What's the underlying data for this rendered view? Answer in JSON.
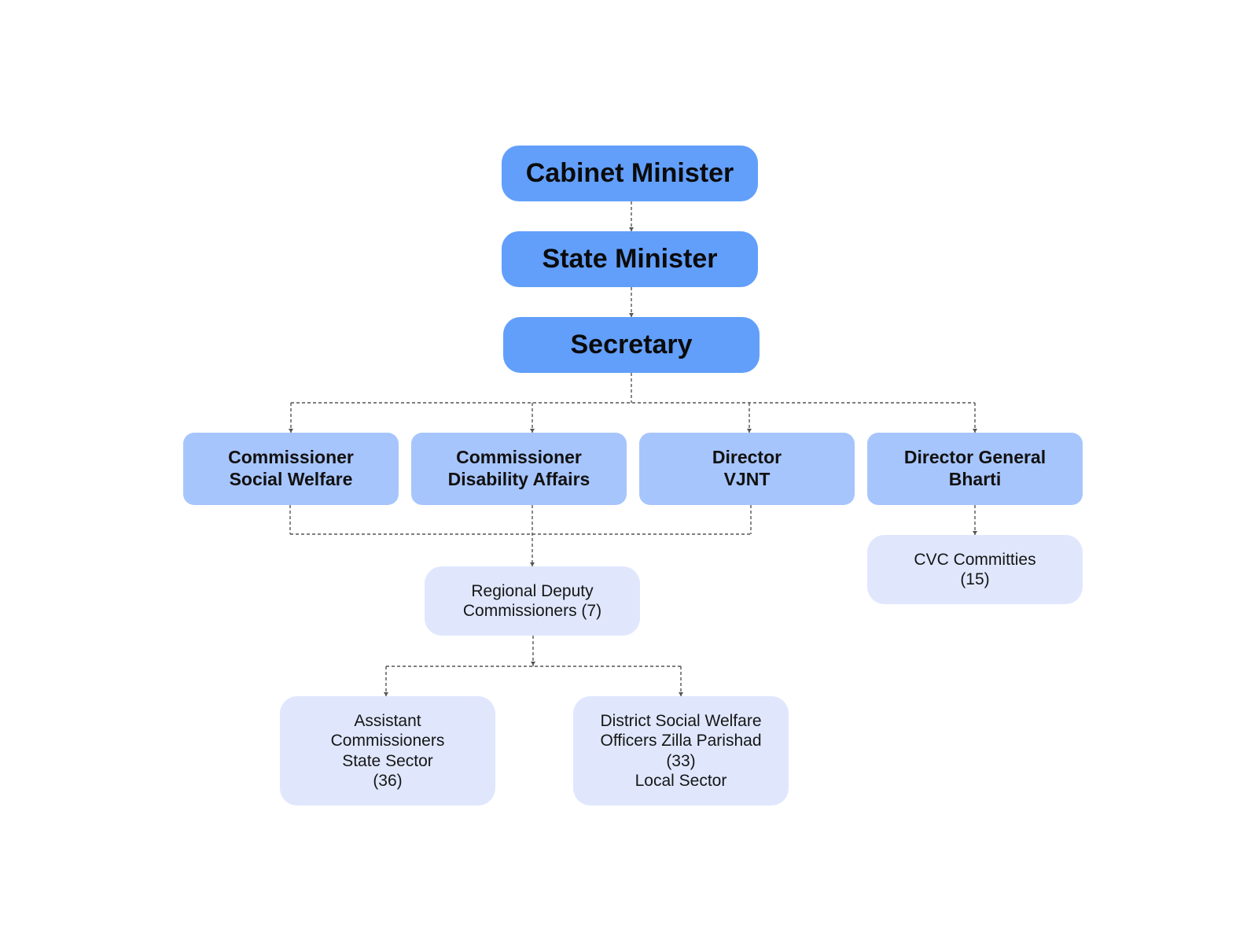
{
  "colors": {
    "top_box": "#629ffb",
    "mid_box": "#a7c5fd",
    "low_box": "#e0e7fd",
    "connector": "#555555"
  },
  "nodes": {
    "cabinet_minister": "Cabinet Minister",
    "state_minister": "State Minister",
    "secretary": "Secretary",
    "commissioner_social_welfare": "Commissioner\nSocial Welfare",
    "commissioner_disability_affairs": "Commissioner\nDisability Affairs",
    "director_vjnt": "Director\nVJNT",
    "director_general_bharti": "Director General\nBharti",
    "cvc_committies": "CVC Committies\n(15)",
    "regional_deputy_commissioners": "Regional Deputy\nCommissioners (7)",
    "assistant_commissioners": "Assistant\nCommissioners\nState Sector\n(36)",
    "district_social_welfare_officers": "District Social Welfare\nOfficers Zilla Parishad\n(33)\nLocal Sector"
  }
}
